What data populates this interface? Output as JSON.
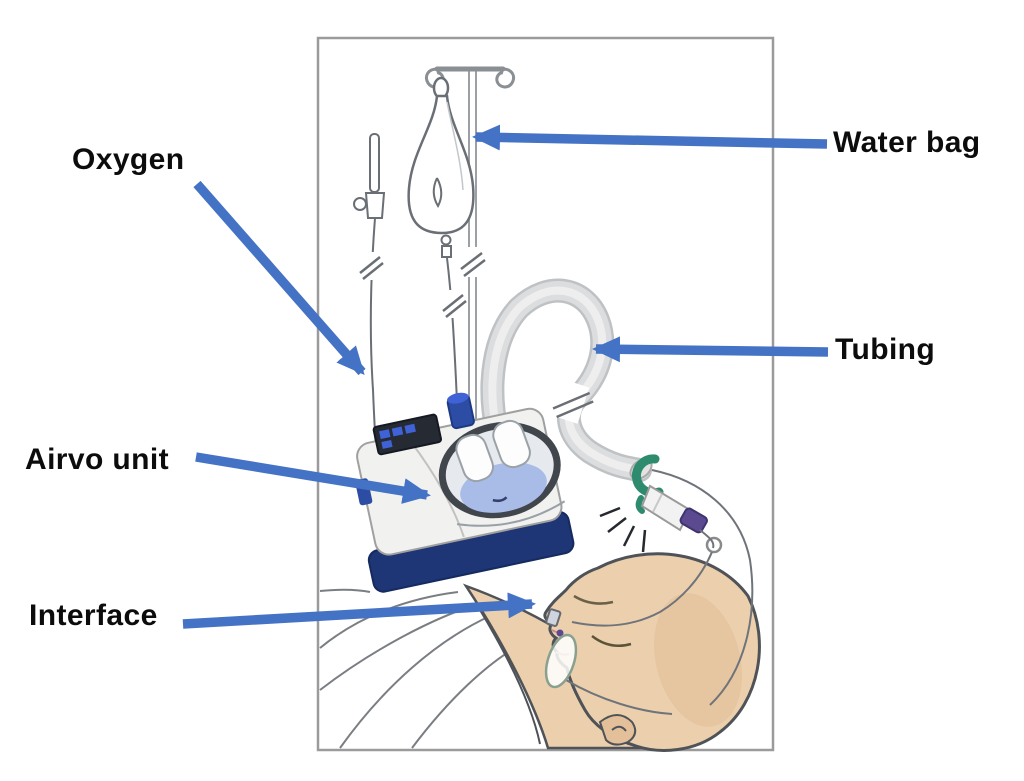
{
  "figure": {
    "labels": {
      "oxygen": "Oxygen",
      "water_bag": "Water bag",
      "tubing": "Tubing",
      "airvo_unit": "Airvo unit",
      "interface": "Interface"
    },
    "colors": {
      "arrow_blue": "#4472C4",
      "label_text": "#0c0c0c",
      "frame_border": "#9b9b9b",
      "skin_tan": "#ecd0ae",
      "device_navy": "#1e3576",
      "chamber_water_blue": "#a9bce8",
      "connector_green": "#2e8b6e",
      "connector_purple": "#5b4a8f",
      "corrugated_tube_gray": "#dcdddf",
      "illustration_line_gray": "#6a6f75"
    }
  }
}
